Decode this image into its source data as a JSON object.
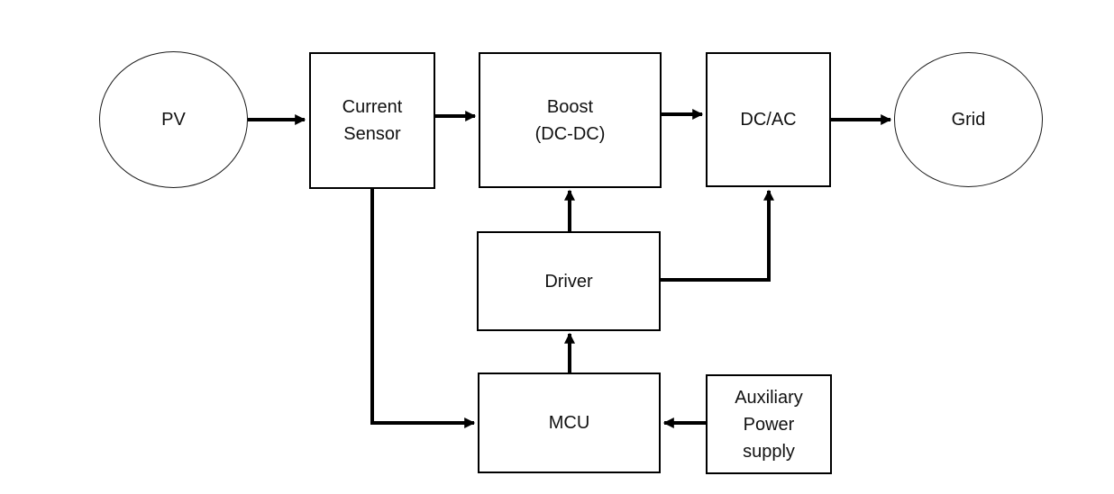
{
  "diagram": {
    "background_color": "#ffffff",
    "stroke_color": "#000000",
    "nodes": {
      "pv": {
        "label": "PV",
        "shape": "ellipse"
      },
      "current_sensor": {
        "label": "Current\nSensor",
        "shape": "rectangle"
      },
      "boost": {
        "label": "Boost\n(DC-DC)",
        "shape": "rectangle"
      },
      "dcac": {
        "label": "DC/AC",
        "shape": "rectangle"
      },
      "grid": {
        "label": "Grid",
        "shape": "ellipse"
      },
      "driver": {
        "label": "Driver",
        "shape": "rectangle"
      },
      "mcu": {
        "label": "MCU",
        "shape": "rectangle"
      },
      "aux": {
        "label": "Auxiliary\nPower\nsupply",
        "shape": "rectangle"
      }
    },
    "edges": [
      {
        "from": "pv",
        "to": "current_sensor",
        "style": "arrow"
      },
      {
        "from": "current_sensor",
        "to": "boost",
        "style": "arrow"
      },
      {
        "from": "boost",
        "to": "dcac",
        "style": "arrow"
      },
      {
        "from": "dcac",
        "to": "grid",
        "style": "arrow"
      },
      {
        "from": "driver",
        "to": "boost",
        "style": "arrow"
      },
      {
        "from": "driver",
        "to": "dcac",
        "style": "arrow"
      },
      {
        "from": "mcu",
        "to": "driver",
        "style": "arrow"
      },
      {
        "from": "current_sensor",
        "to": "mcu",
        "style": "arrow"
      },
      {
        "from": "aux",
        "to": "mcu",
        "style": "arrow"
      }
    ]
  }
}
